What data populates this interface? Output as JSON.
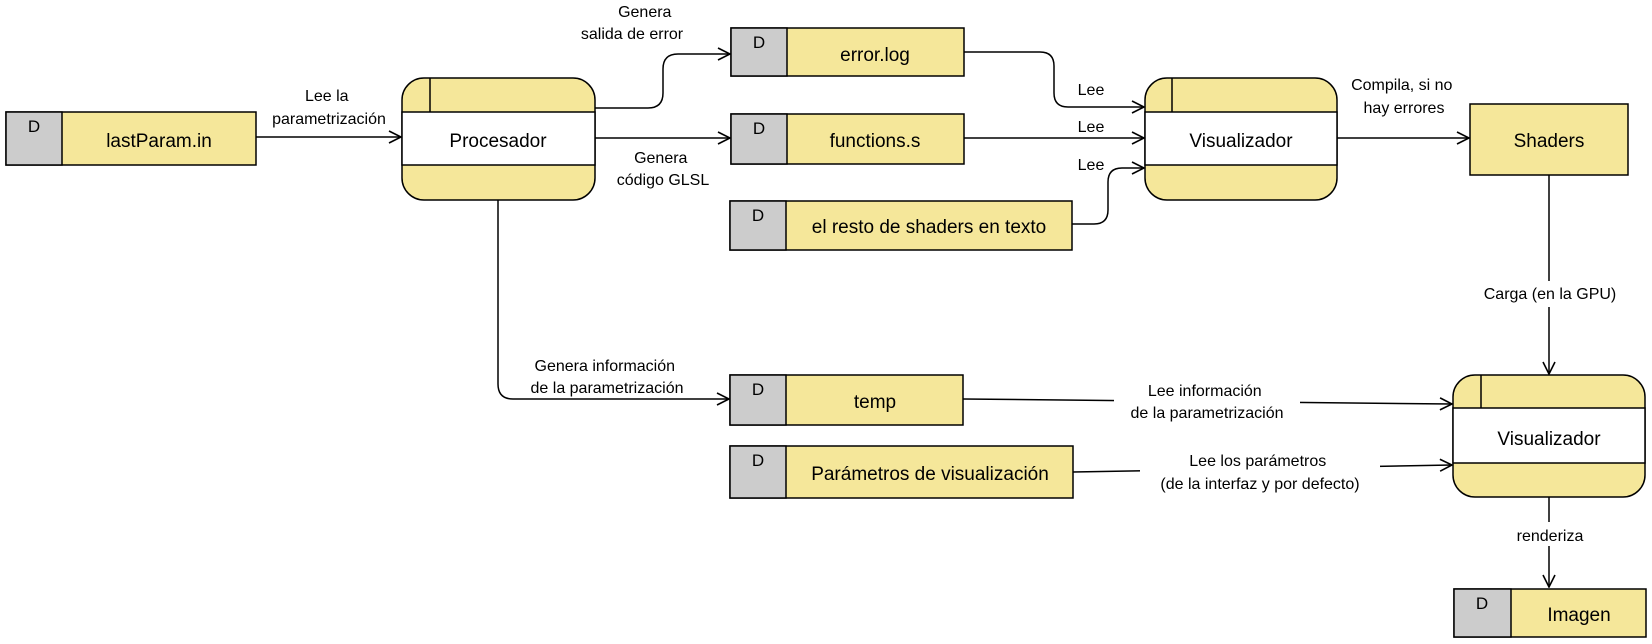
{
  "colors": {
    "fill": "#f5e79a",
    "store_tag": "#cccccc",
    "stroke": "#000000",
    "background": "#ffffff"
  },
  "stores": {
    "lastparam": {
      "tag": "D",
      "label": "lastParam.in"
    },
    "errorlog": {
      "tag": "D",
      "label": "error.log"
    },
    "functions": {
      "tag": "D",
      "label": "functions.s"
    },
    "resto": {
      "tag": "D",
      "label": "el resto de shaders en texto"
    },
    "temp": {
      "tag": "D",
      "label": "temp"
    },
    "parametros": {
      "tag": "D",
      "label": "Parámetros de visualización"
    },
    "imagen": {
      "tag": "D",
      "label": "Imagen"
    }
  },
  "processes": {
    "procesador": {
      "label": "Procesador"
    },
    "visualizador1": {
      "label": "Visualizador"
    },
    "visualizador2": {
      "label": "Visualizador"
    }
  },
  "entities": {
    "shaders": {
      "label": "Shaders"
    }
  },
  "flows": {
    "lee_parametrizacion": {
      "line1": "Lee la",
      "line2": "parametrización"
    },
    "genera_error": {
      "line1": "Genera",
      "line2": "salida de error"
    },
    "genera_glsl": {
      "line1": "Genera",
      "line2": "código GLSL"
    },
    "genera_info": {
      "line1": "Genera información",
      "line2": "de la parametrización"
    },
    "lee_error": {
      "label": "Lee"
    },
    "lee_functions": {
      "label": "Lee"
    },
    "lee_resto": {
      "label": "Lee"
    },
    "compila": {
      "line1": "Compila, si no",
      "line2": "hay errores"
    },
    "carga": {
      "label": "Carga (en la GPU)"
    },
    "lee_info": {
      "line1": "Lee información",
      "line2": "de la parametrización"
    },
    "lee_params": {
      "line1": "Lee los parámetros",
      "line2": "(de la interfaz y por defecto)"
    },
    "renderiza": {
      "label": "renderiza"
    }
  }
}
